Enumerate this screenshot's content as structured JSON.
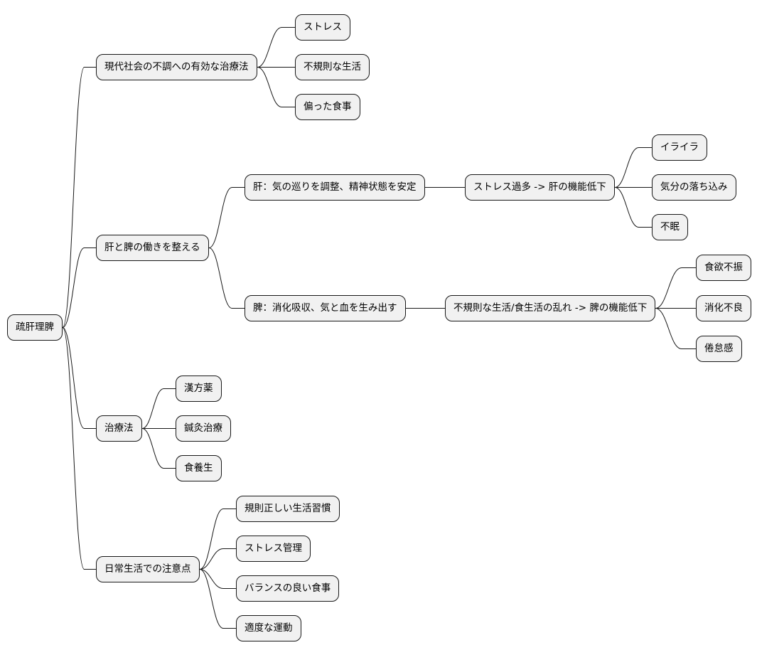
{
  "root": {
    "label": "疏肝理脾",
    "children": [
      {
        "label": "現代社会の不調への有効な治療法",
        "children": [
          {
            "label": "ストレス"
          },
          {
            "label": "不規則な生活"
          },
          {
            "label": "偏った食事"
          }
        ]
      },
      {
        "label": "肝と脾の働きを整える",
        "children": [
          {
            "label": "肝：気の巡りを調整、精神状態を安定",
            "children": [
              {
                "label": "ストレス過多 -> 肝の機能低下",
                "children": [
                  {
                    "label": "イライラ"
                  },
                  {
                    "label": "気分の落ち込み"
                  },
                  {
                    "label": "不眠"
                  }
                ]
              }
            ]
          },
          {
            "label": "脾：消化吸収、気と血を生み出す",
            "children": [
              {
                "label": "不規則な生活/食生活の乱れ -> 脾の機能低下",
                "children": [
                  {
                    "label": "食欲不振"
                  },
                  {
                    "label": "消化不良"
                  },
                  {
                    "label": "倦怠感"
                  }
                ]
              }
            ]
          }
        ]
      },
      {
        "label": "治療法",
        "children": [
          {
            "label": "漢方薬"
          },
          {
            "label": "鍼灸治療"
          },
          {
            "label": "食養生"
          }
        ]
      },
      {
        "label": "日常生活での注意点",
        "children": [
          {
            "label": "規則正しい生活習慣"
          },
          {
            "label": "ストレス管理"
          },
          {
            "label": "バランスの良い食事"
          },
          {
            "label": "適度な運動"
          }
        ]
      }
    ]
  }
}
